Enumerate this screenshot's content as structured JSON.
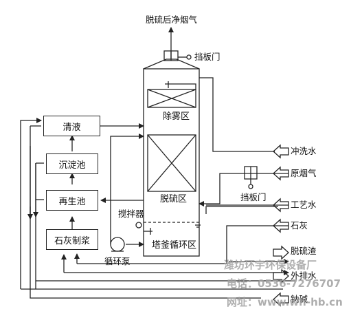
{
  "labels": {
    "clean_gas_out": "脱硫后净烟气",
    "top_damper": "挡板门",
    "demist_zone": "除雾区",
    "desulf_zone": "脱硫区",
    "circ_zone": "塔釜循环区",
    "agitator": "搅拌器",
    "circ_pump": "循环泵",
    "clear_liquid": "清液",
    "settling_tank": "沉淀池",
    "regen_tank": "再生池",
    "lime_prep": "石灰制浆",
    "flush_water": "冲洗水",
    "raw_flue_gas": "原烟气",
    "inlet_damper": "挡板门",
    "process_water": "工艺水",
    "lime": "石灰",
    "desulf_slag": "脱硫渣",
    "drain_water": "外排水",
    "caustic": "钠碱"
  },
  "watermark": {
    "company": "潍坊环宇环保设备厂",
    "phone": "电话：0536-7276707",
    "web": "网址：www.wh-hb.cn"
  },
  "colors": {
    "line": "#222222",
    "watermark": "#a0a0a0"
  }
}
